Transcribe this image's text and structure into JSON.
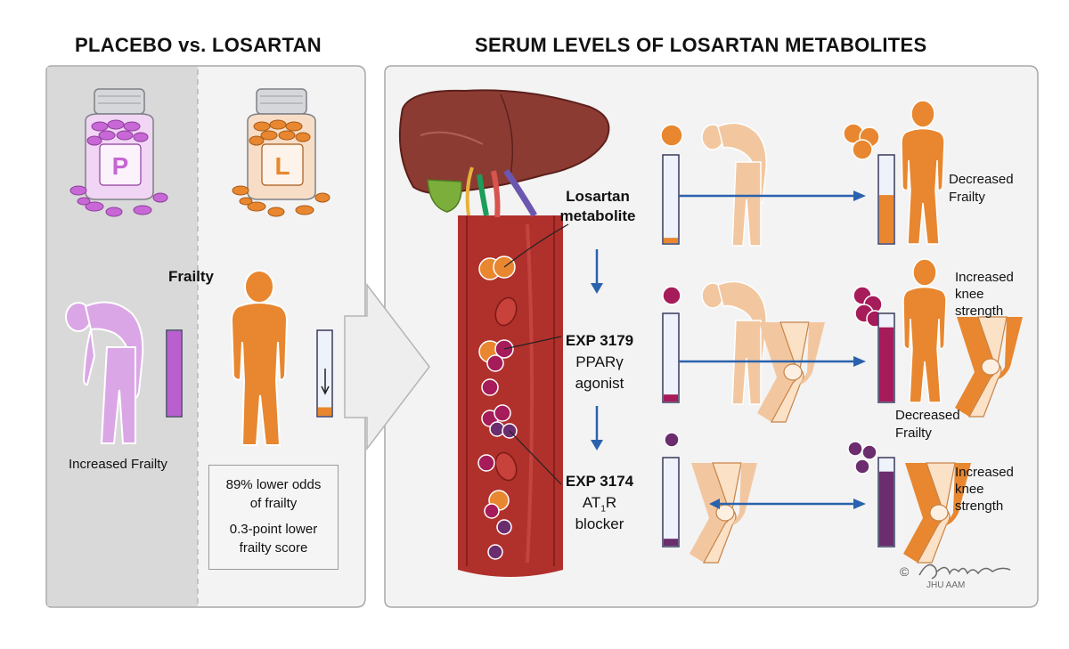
{
  "left": {
    "title": "PLACEBO vs. LOSARTAN",
    "pill_p_letter": "P",
    "pill_l_letter": "L",
    "frailty_label": "Frailty",
    "increased_frailty": "Increased Frailty",
    "stat_odds_line1": "89% lower odds",
    "stat_odds_line2": "of frailty",
    "stat_score_line1": "0.3-point lower",
    "stat_score_line2": "frailty score"
  },
  "right": {
    "title": "SERUM LEVELS OF LOSARTAN METABOLITES",
    "metabolite_line1": "Losartan",
    "metabolite_line2": "metabolite",
    "exp3179_name": "EXP 3179",
    "exp3179_desc1": "PPARγ",
    "exp3179_desc2": "agonist",
    "exp3174_name": "EXP 3174",
    "exp3174_at": "AT",
    "exp3174_sub": "1",
    "exp3174_r": "R",
    "exp3174_desc2": "blocker",
    "row1_outcome1": "Decreased",
    "row1_outcome2": "Frailty",
    "row2_outcome_top1": "Increased",
    "row2_outcome_top2": "knee",
    "row2_outcome_top3": "strength",
    "row2_outcome_bot1": "Decreased",
    "row2_outcome_bot2": "Frailty",
    "row3_outcome1": "Increased",
    "row3_outcome2": "knee",
    "row3_outcome3": "strength",
    "credit": "JHU AAM",
    "copyright": "©"
  },
  "colors": {
    "placebo_purple": "#b95fd0",
    "losartan_orange": "#e8872f",
    "exp3179_maroon": "#a61b5a",
    "exp3174_purple": "#6b2d6e",
    "arrow_blue": "#2a62ad",
    "vessel_red": "#b0302c"
  },
  "levels": {
    "placebo_bar": 1.0,
    "losartan_bar": 0.1,
    "row1_low": 0.06,
    "row1_high": 0.55,
    "row2_low": 0.08,
    "row2_high": 0.85,
    "row3_low": 0.08,
    "row3_high": 0.85
  }
}
